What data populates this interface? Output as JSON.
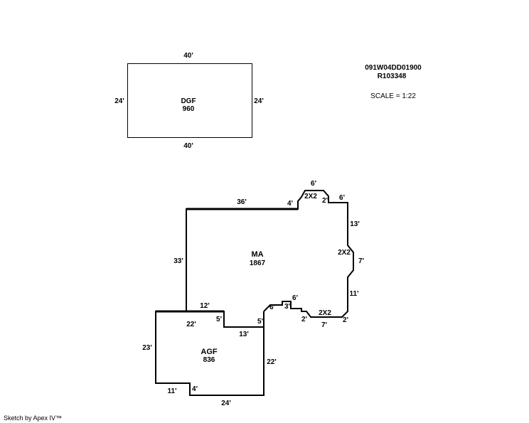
{
  "header": {
    "parcel_id": "091W04DD01900",
    "ref_id": "R103348",
    "scale": "SCALE = 1:22"
  },
  "dgf": {
    "name": "DGF",
    "area": "960",
    "dim_top": "40'",
    "dim_bottom": "40'",
    "dim_left": "24'",
    "dim_right": "24'"
  },
  "ma": {
    "name": "MA",
    "area": "1867",
    "dims": {
      "top": "36'",
      "step_4": "4'",
      "bay_top": "6'",
      "bay_2x2_left": "2X2",
      "bay_2_left": "2'",
      "right_6": "6'",
      "right_13": "13'",
      "right_2x2": "2X2",
      "right_7": "7'",
      "right_11": "11'",
      "left_33": "33'",
      "bottom_6a": "6'",
      "bottom_6b": "6'",
      "bottom_3": "3'",
      "bottom_2a": "2'",
      "bottom_2x2": "2X2",
      "bottom_7": "7'",
      "bottom_2b": "2'",
      "bottom_5": "5'"
    }
  },
  "agf": {
    "name": "AGF",
    "area": "836",
    "dims": {
      "top_12": "12'",
      "inner_22": "22'",
      "inner_5": "5'",
      "inner_13": "13'",
      "left_23": "23'",
      "right_22": "22'",
      "bottom_11": "11'",
      "bottom_4": "4'",
      "bottom_24": "24'"
    }
  },
  "footer": {
    "credit": "Sketch by Apex IV™"
  }
}
